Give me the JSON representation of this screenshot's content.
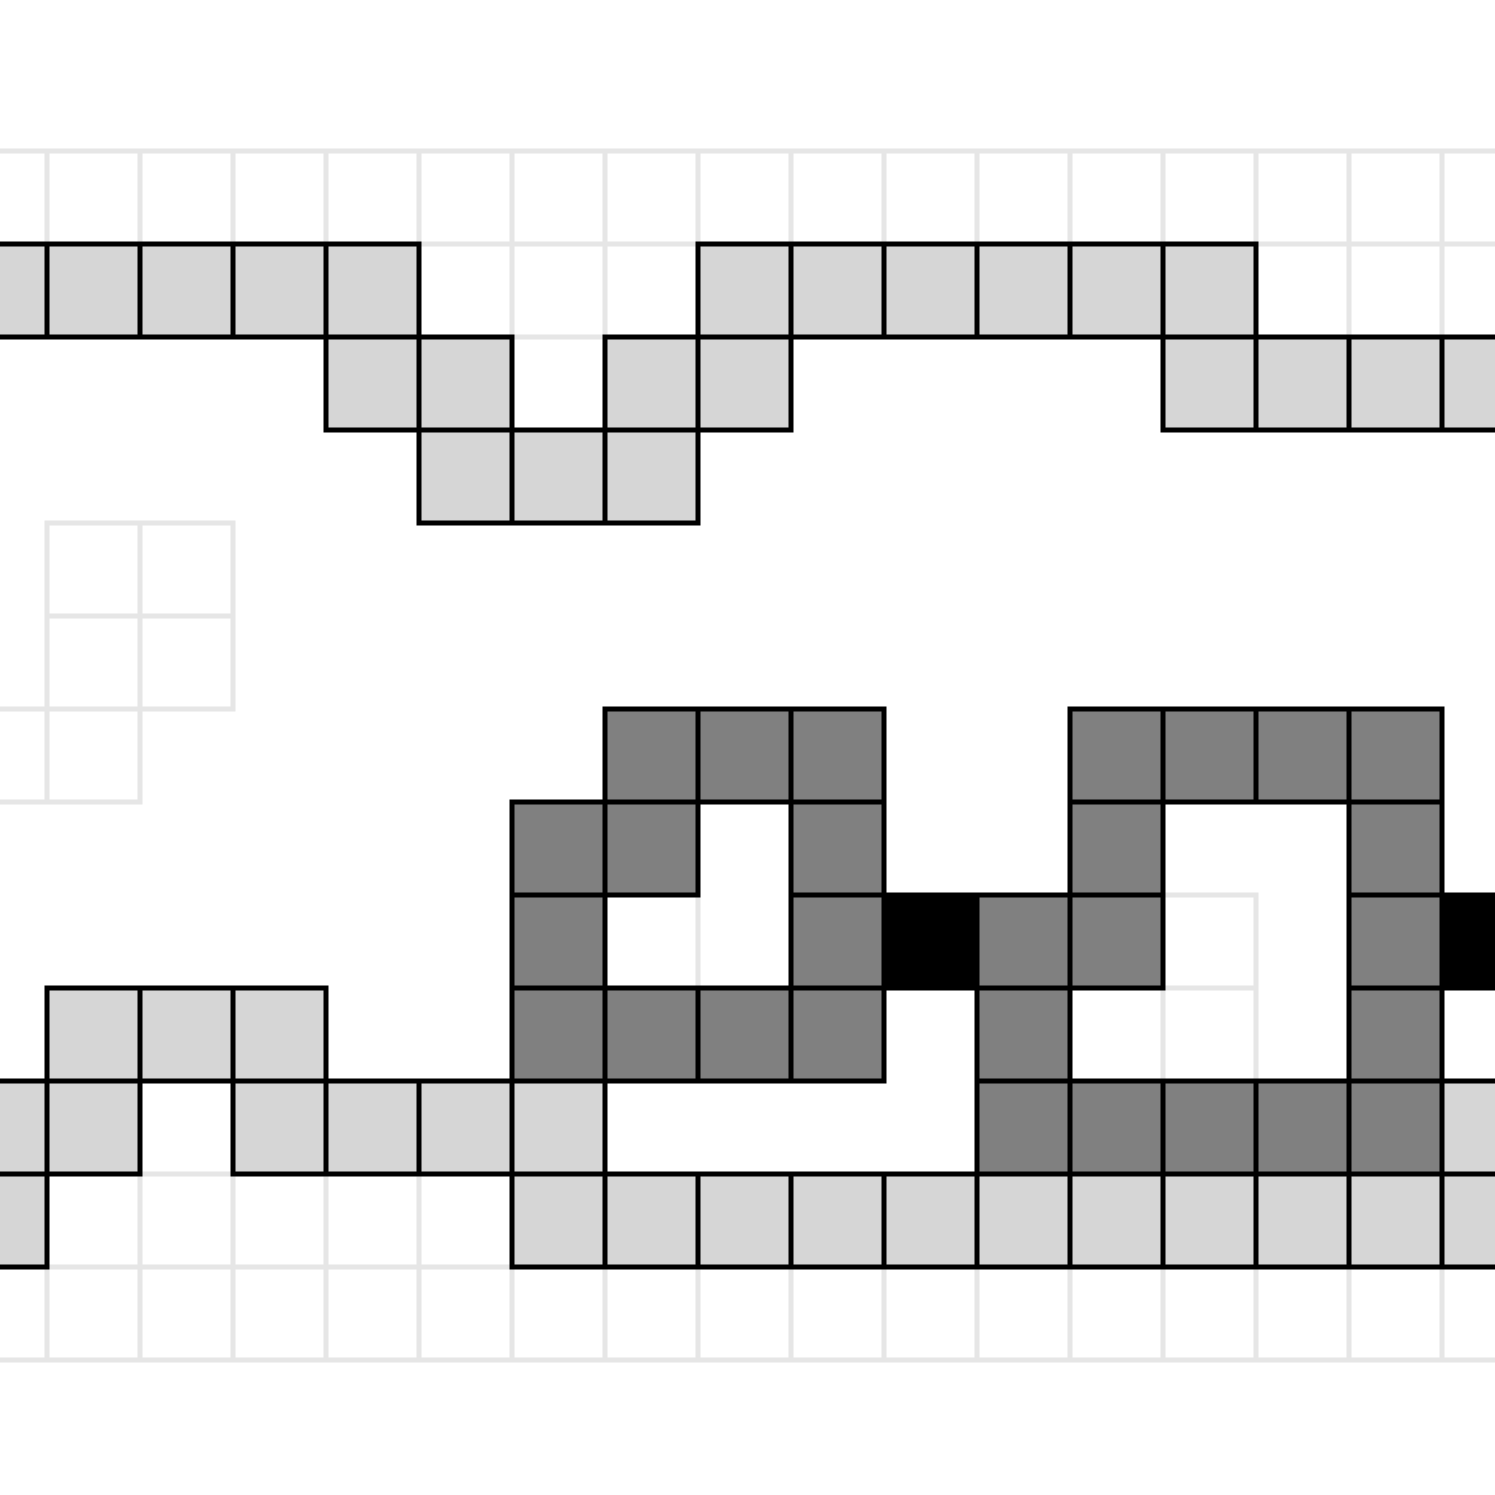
{
  "colors": {
    "background": "#ffffff",
    "grid": "#e6e6e6",
    "outline": "#000000",
    "light_cell": "#d6d6d6",
    "dark_cell": "#808080",
    "black_cell": "#000000"
  },
  "grid": {
    "columns": 17,
    "rows": 13
  },
  "faint_cells": [
    [
      0,
      0
    ],
    [
      1,
      0
    ],
    [
      2,
      0
    ],
    [
      3,
      0
    ],
    [
      4,
      0
    ],
    [
      5,
      0
    ],
    [
      6,
      0
    ],
    [
      7,
      0
    ],
    [
      8,
      0
    ],
    [
      9,
      0
    ],
    [
      10,
      0
    ],
    [
      11,
      0
    ],
    [
      12,
      0
    ],
    [
      13,
      0
    ],
    [
      14,
      0
    ],
    [
      15,
      0
    ],
    [
      16,
      0
    ],
    [
      0,
      1
    ],
    [
      1,
      1
    ],
    [
      2,
      1
    ],
    [
      3,
      1
    ],
    [
      4,
      1
    ],
    [
      5,
      1
    ],
    [
      6,
      1
    ],
    [
      7,
      1
    ],
    [
      8,
      1
    ],
    [
      9,
      1
    ],
    [
      10,
      1
    ],
    [
      11,
      1
    ],
    [
      12,
      1
    ],
    [
      13,
      1
    ],
    [
      14,
      1
    ],
    [
      15,
      1
    ],
    [
      16,
      1
    ],
    [
      1,
      4
    ],
    [
      2,
      4
    ],
    [
      1,
      5
    ],
    [
      2,
      5
    ],
    [
      0,
      6
    ],
    [
      1,
      6
    ],
    [
      6,
      8
    ],
    [
      7,
      8
    ],
    [
      12,
      8
    ],
    [
      13,
      8
    ],
    [
      12,
      9
    ],
    [
      13,
      9
    ],
    [
      0,
      11
    ],
    [
      1,
      11
    ],
    [
      2,
      11
    ],
    [
      3,
      11
    ],
    [
      4,
      11
    ],
    [
      5,
      11
    ],
    [
      6,
      11
    ],
    [
      7,
      11
    ],
    [
      8,
      11
    ],
    [
      9,
      11
    ],
    [
      10,
      11
    ],
    [
      11,
      11
    ],
    [
      12,
      11
    ],
    [
      13,
      11
    ],
    [
      14,
      11
    ],
    [
      15,
      11
    ],
    [
      16,
      11
    ],
    [
      0,
      12
    ],
    [
      1,
      12
    ],
    [
      2,
      12
    ],
    [
      3,
      12
    ],
    [
      4,
      12
    ],
    [
      5,
      12
    ],
    [
      6,
      12
    ],
    [
      7,
      12
    ],
    [
      8,
      12
    ],
    [
      9,
      12
    ],
    [
      10,
      12
    ],
    [
      11,
      12
    ],
    [
      12,
      12
    ],
    [
      13,
      12
    ],
    [
      14,
      12
    ],
    [
      15,
      12
    ],
    [
      16,
      12
    ]
  ],
  "light_cells": [
    [
      0,
      1
    ],
    [
      1,
      1
    ],
    [
      2,
      1
    ],
    [
      3,
      1
    ],
    [
      4,
      1
    ],
    [
      8,
      1
    ],
    [
      9,
      1
    ],
    [
      10,
      1
    ],
    [
      11,
      1
    ],
    [
      12,
      1
    ],
    [
      13,
      1
    ],
    [
      4,
      2
    ],
    [
      5,
      2
    ],
    [
      7,
      2
    ],
    [
      8,
      2
    ],
    [
      13,
      2
    ],
    [
      14,
      2
    ],
    [
      15,
      2
    ],
    [
      16,
      2
    ],
    [
      5,
      3
    ],
    [
      6,
      3
    ],
    [
      7,
      3
    ],
    [
      1,
      9
    ],
    [
      2,
      9
    ],
    [
      3,
      9
    ],
    [
      0,
      10
    ],
    [
      1,
      10
    ],
    [
      3,
      10
    ],
    [
      4,
      10
    ],
    [
      5,
      10
    ],
    [
      6,
      10
    ],
    [
      16,
      10
    ],
    [
      0,
      11
    ],
    [
      6,
      11
    ],
    [
      7,
      11
    ],
    [
      8,
      11
    ],
    [
      9,
      11
    ],
    [
      10,
      11
    ],
    [
      11,
      11
    ],
    [
      12,
      11
    ],
    [
      13,
      11
    ],
    [
      14,
      11
    ],
    [
      15,
      11
    ],
    [
      16,
      11
    ]
  ],
  "dark_cells": [
    [
      7,
      6
    ],
    [
      8,
      6
    ],
    [
      9,
      6
    ],
    [
      12,
      6
    ],
    [
      13,
      6
    ],
    [
      14,
      6
    ],
    [
      15,
      6
    ],
    [
      6,
      7
    ],
    [
      7,
      7
    ],
    [
      9,
      7
    ],
    [
      12,
      7
    ],
    [
      15,
      7
    ],
    [
      6,
      8
    ],
    [
      9,
      8
    ],
    [
      11,
      8
    ],
    [
      12,
      8
    ],
    [
      15,
      8
    ],
    [
      6,
      9
    ],
    [
      7,
      9
    ],
    [
      8,
      9
    ],
    [
      9,
      9
    ],
    [
      11,
      9
    ],
    [
      15,
      9
    ],
    [
      11,
      10
    ],
    [
      12,
      10
    ],
    [
      13,
      10
    ],
    [
      14,
      10
    ],
    [
      15,
      10
    ]
  ],
  "black_cells": [
    [
      10,
      8
    ],
    [
      16,
      8
    ]
  ]
}
